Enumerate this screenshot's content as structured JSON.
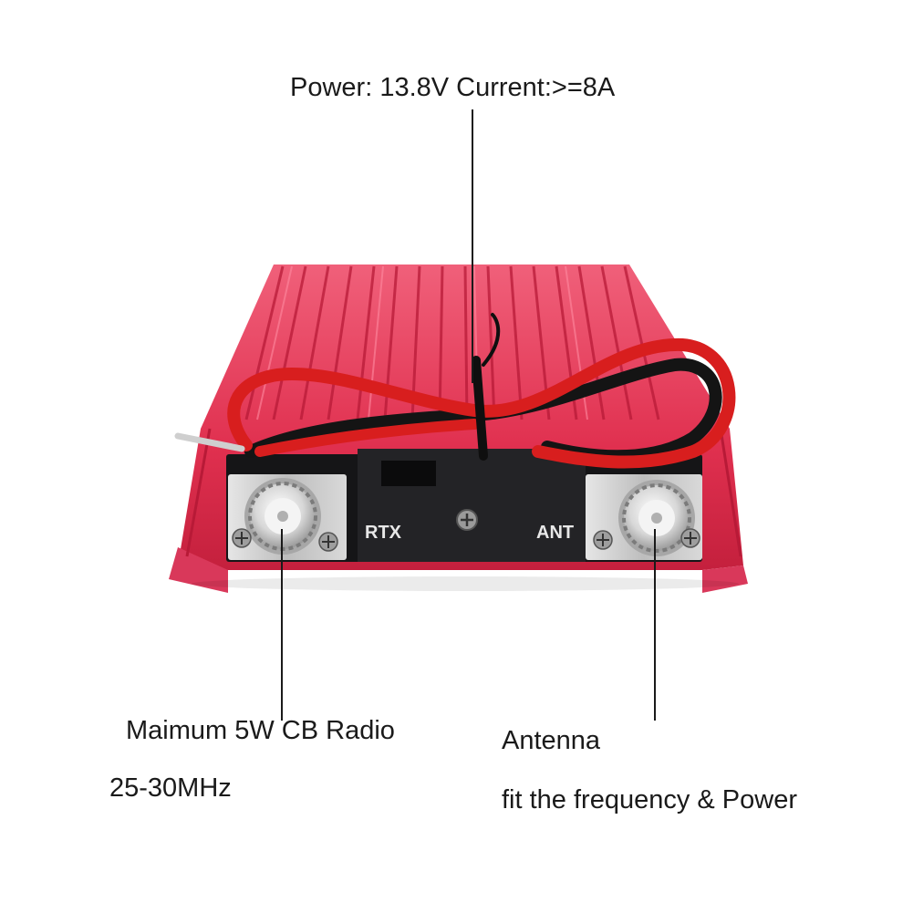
{
  "callouts": {
    "power": "Power: 13.8V Current:>=8A",
    "rtx_power": "Maimum 5W CB Radio",
    "frequency": "25-30MHz",
    "antenna": "Antenna",
    "antenna_note": "fit the frequency & Power"
  },
  "panel": {
    "rtx_label": "RTX",
    "ant_label": "ANT"
  },
  "colors": {
    "heatsink": "#e0304f",
    "panel": "#1c1c1e",
    "bracket": "#c9c9c9",
    "wire_red": "#d81e1e",
    "wire_black": "#141414"
  }
}
